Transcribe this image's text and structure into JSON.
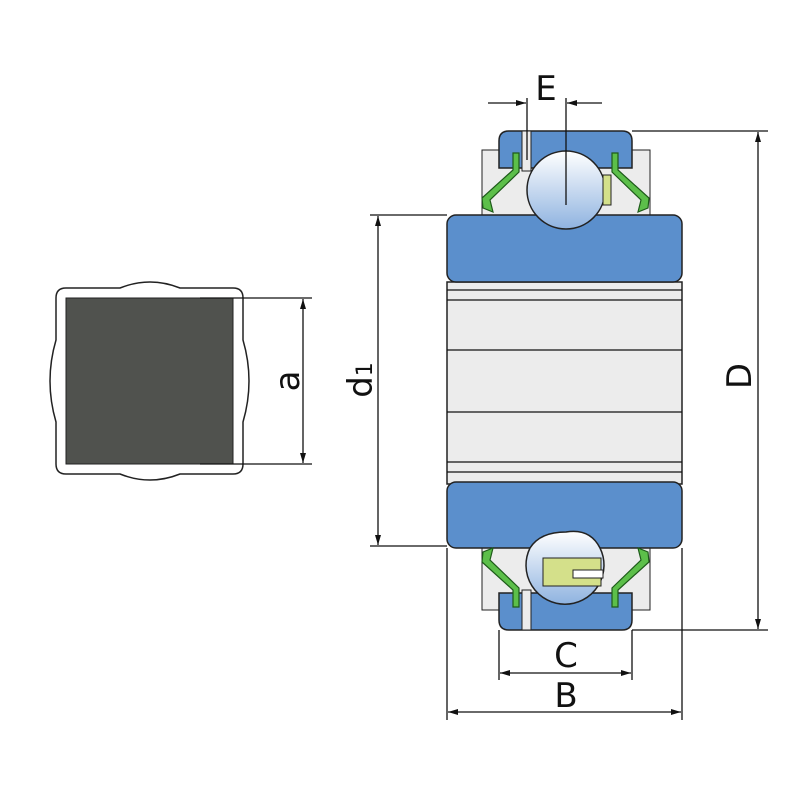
{
  "labels": {
    "E": "E",
    "d1": "d",
    "d1_sub": "1",
    "D": "D",
    "a": "a",
    "C": "C",
    "B": "B"
  },
  "colors": {
    "ring_blue": "#5b8fcc",
    "seal_green": "#5cbf4a",
    "cage_yellow": "#d4e08a",
    "shaft_dark": "#50524e",
    "bore_grey": "#ececec"
  }
}
